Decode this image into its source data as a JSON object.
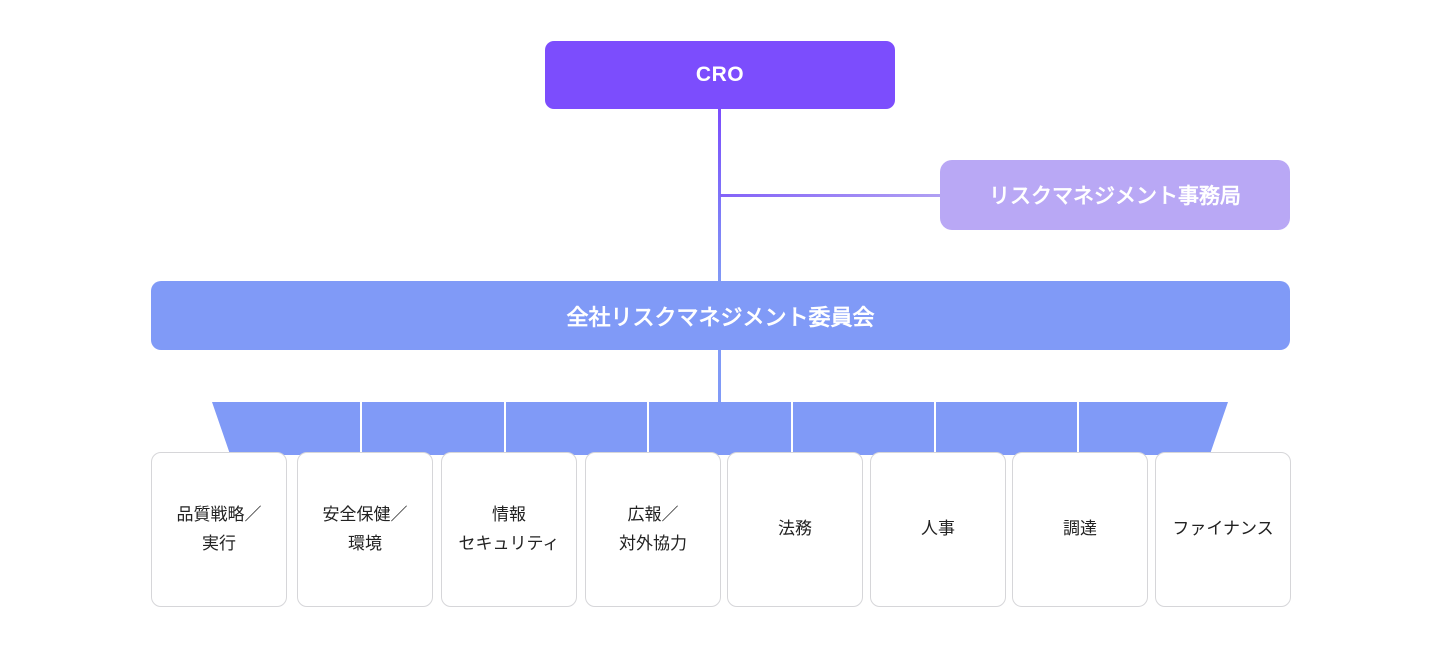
{
  "chart_data": {
    "type": "diagram",
    "title": "リスクマネジメント体制図",
    "orientation": "top-down",
    "nodes": [
      {
        "id": "cro",
        "label": "CRO",
        "level": 0,
        "color": "#7c4dfd"
      },
      {
        "id": "secretariat",
        "label": "リスクマネジメント事務局",
        "level": 1,
        "color": "#b9a8f5"
      },
      {
        "id": "committee",
        "label": "全社リスクマネジメント委員会",
        "level": 2,
        "color": "#809af7"
      },
      {
        "id": "quality",
        "label": "品質戦略／\n実行",
        "level": 3,
        "color": "#ffffff"
      },
      {
        "id": "safety",
        "label": "安全保健／\n環境",
        "level": 3,
        "color": "#ffffff"
      },
      {
        "id": "infosec",
        "label": "情報\nセキュリティ",
        "level": 3,
        "color": "#ffffff"
      },
      {
        "id": "pr",
        "label": "広報／\n対外協力",
        "level": 3,
        "color": "#ffffff"
      },
      {
        "id": "legal",
        "label": "法務",
        "level": 3,
        "color": "#ffffff"
      },
      {
        "id": "hr",
        "label": "人事",
        "level": 3,
        "color": "#ffffff"
      },
      {
        "id": "procurement",
        "label": "調達",
        "level": 3,
        "color": "#ffffff"
      },
      {
        "id": "finance",
        "label": "ファイナンス",
        "level": 3,
        "color": "#ffffff"
      }
    ],
    "edges": [
      {
        "from": "cro",
        "to": "committee",
        "style": "solid"
      },
      {
        "from": "cro",
        "to": "secretariat",
        "style": "solid"
      },
      {
        "from": "committee",
        "to": "quality",
        "style": "fan"
      },
      {
        "from": "committee",
        "to": "safety",
        "style": "fan"
      },
      {
        "from": "committee",
        "to": "infosec",
        "style": "fan"
      },
      {
        "from": "committee",
        "to": "pr",
        "style": "fan"
      },
      {
        "from": "committee",
        "to": "legal",
        "style": "fan"
      },
      {
        "from": "committee",
        "to": "hr",
        "style": "fan"
      },
      {
        "from": "committee",
        "to": "procurement",
        "style": "fan"
      },
      {
        "from": "committee",
        "to": "finance",
        "style": "fan"
      }
    ]
  },
  "top": {
    "cro_label": "CRO"
  },
  "secretariat": {
    "label": "リスクマネジメント事務局"
  },
  "committee": {
    "label": "全社リスクマネジメント委員会"
  },
  "departments": [
    {
      "label": "品質戦略／\n実行"
    },
    {
      "label": "安全保健／\n環境"
    },
    {
      "label": "情報\nセキュリティ"
    },
    {
      "label": "広報／\n対外協力"
    },
    {
      "label": "法務"
    },
    {
      "label": "人事"
    },
    {
      "label": "調達"
    },
    {
      "label": "ファイナンス"
    }
  ],
  "colors": {
    "cro": "#7c4dfd",
    "secretariat": "#b9a8f5",
    "committee": "#809af7",
    "fan_bar": "#809af7",
    "fan_shoulder": "#d3d3d6",
    "leaf_border": "#d6d6d9",
    "leaf_background": "#ffffff",
    "leaf_text": "#222222",
    "node_text": "#ffffff",
    "page_background": "#ffffff"
  }
}
